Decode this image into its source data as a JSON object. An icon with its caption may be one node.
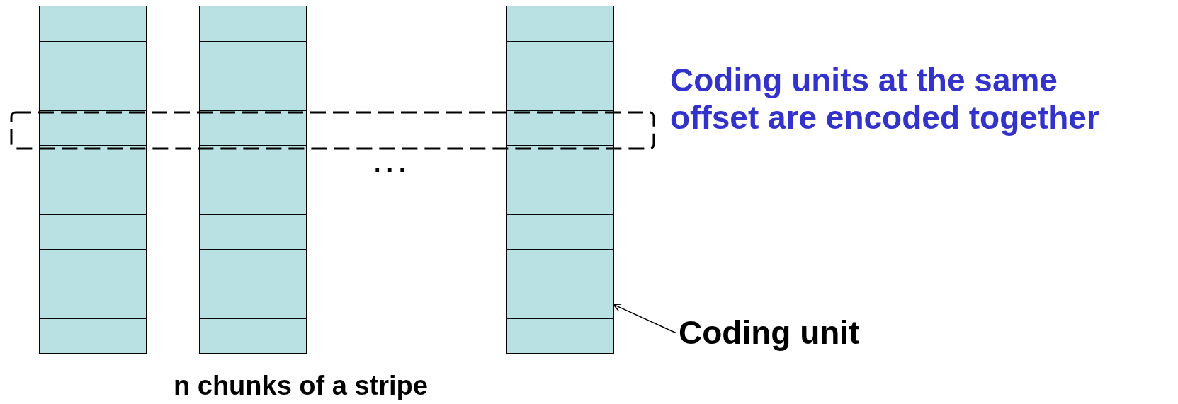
{
  "diagram": {
    "nodes": [
      {
        "text": [
          "Coding unit"
        ]
      },
      {
        "text": [],
        "shape": "box"
      }
    ],
    "edges": [
      {
        "from": 0,
        "to": 1,
        "arrow": "to"
      }
    ],
    "labels": [
      "Coding units at the same offset are encoded together",
      "...",
      "n chunks of a stripe"
    ]
  }
}
